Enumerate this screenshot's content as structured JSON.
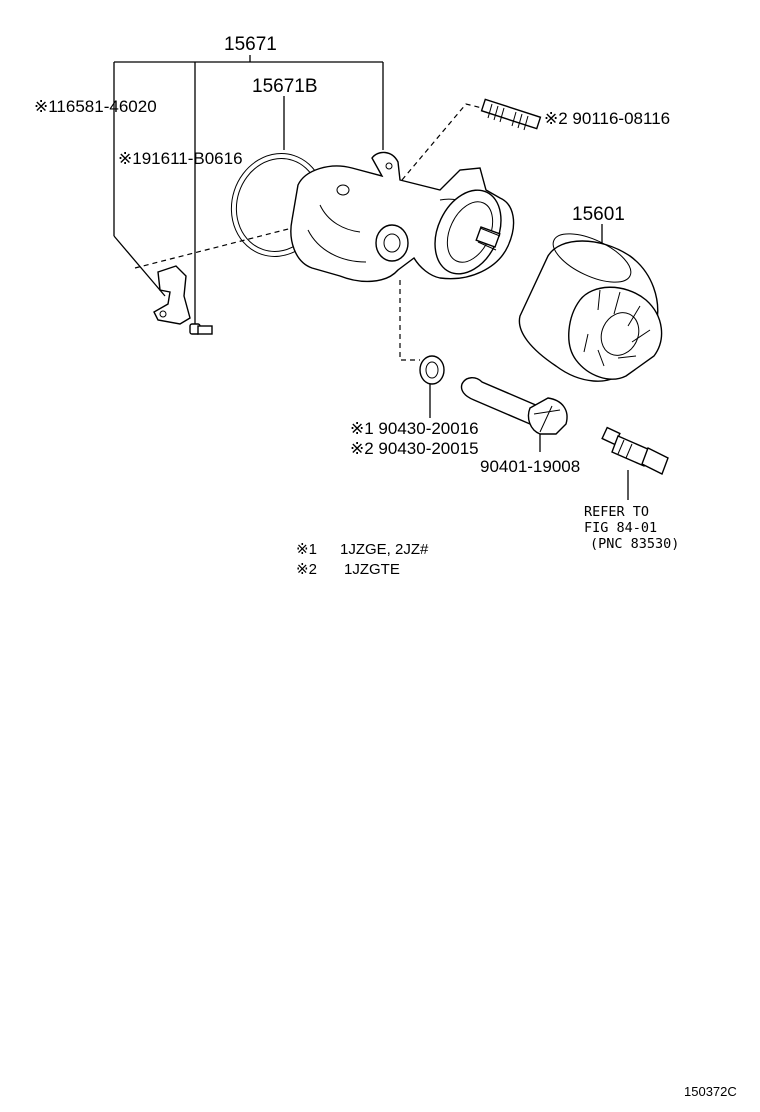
{
  "diagram": {
    "parts": {
      "assembly": "15671",
      "gasket": "15671B",
      "bracket_bolt": "※116581-46020",
      "clip_bolt": "※191611-B0616",
      "stud": "※2 90116-08116",
      "oil_filter": "15601",
      "gasket_1": "※1 90430-20016",
      "gasket_2": "※2 90430-20015",
      "union_bolt": "90401-19008"
    },
    "reference": {
      "line1": "REFER TO",
      "line2": "FIG 84-01",
      "line3": "(PNC 83530)"
    },
    "notes": [
      {
        "mark": "※1",
        "text": "1JZGE, 2JZ#"
      },
      {
        "mark": "※2",
        "text": "1JZGTE"
      }
    ],
    "figure_code": "150372C"
  }
}
